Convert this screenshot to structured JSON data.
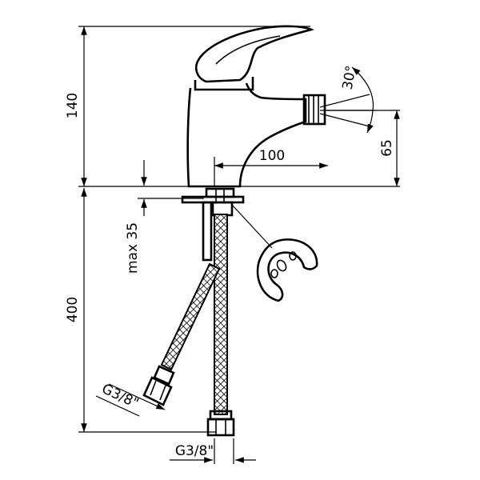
{
  "dimensions": {
    "height_140": "140",
    "height_400": "400",
    "max_35": "max 35",
    "reach_100": "100",
    "height_65": "65",
    "angle_30": "30°",
    "thread_left": "G3/8\"",
    "thread_bottom": "G3/8\""
  }
}
